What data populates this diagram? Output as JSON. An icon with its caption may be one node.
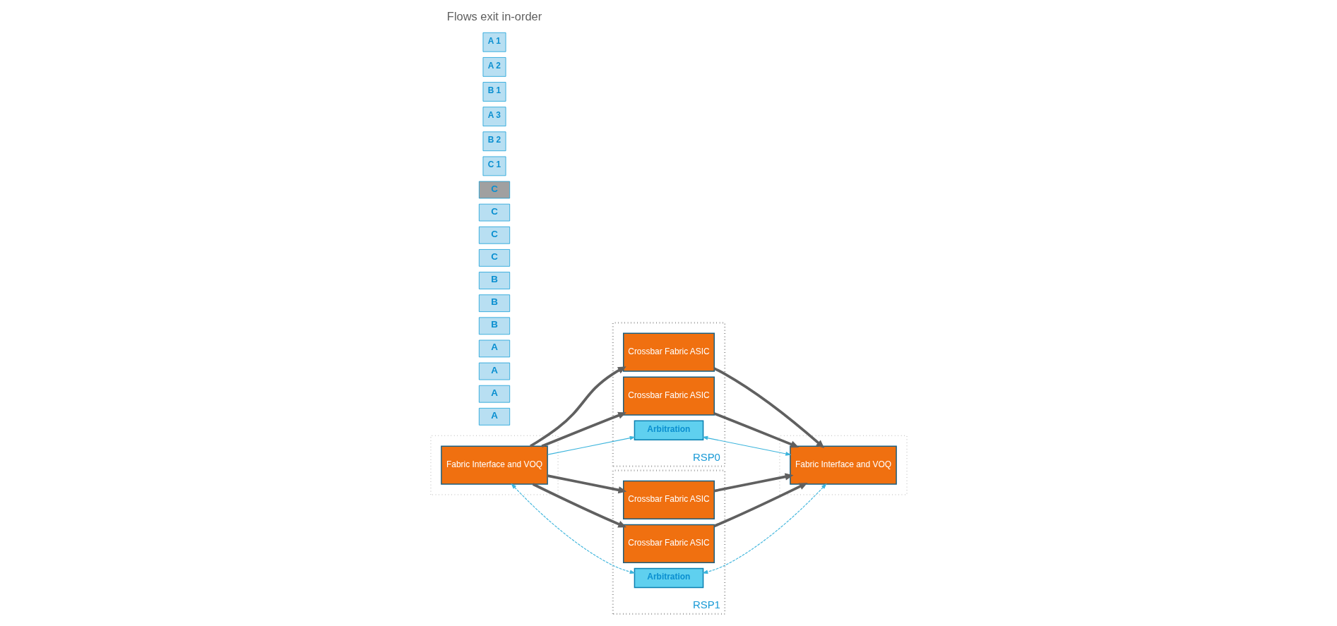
{
  "diagram": {
    "nodes": [
      {
        "text": [],
        "shape": "box"
      },
      {
        "text": [
          "Fabric Interface and VOQ"
        ],
        "in": 0
      },
      {
        "text": [
          "A"
        ]
      },
      {
        "text": [
          "A"
        ]
      },
      {
        "text": [
          "A"
        ]
      },
      {
        "text": [
          "A"
        ]
      },
      {
        "text": [
          "B"
        ]
      },
      {
        "text": [
          "B"
        ]
      },
      {
        "text": [
          "B"
        ]
      },
      {
        "text": [
          "C"
        ]
      },
      {
        "text": [
          "C"
        ]
      },
      {
        "text": [
          "C"
        ]
      },
      {
        "text": [
          "C"
        ]
      },
      {
        "text": [
          "RSP0"
        ]
      },
      {
        "text": [
          "Crossbar Fabric ASIC"
        ],
        "in": 13
      },
      {
        "text": [
          "Crossbar Fabric ASIC"
        ],
        "in": 13
      },
      {
        "text": [
          "Arbitration"
        ],
        "in": 13
      },
      {
        "text": [
          "RSP1"
        ]
      },
      {
        "text": [
          "Crossbar Fabric ASIC"
        ],
        "in": 17
      },
      {
        "text": [
          "Crossbar Fabric ASIC"
        ],
        "in": 17
      },
      {
        "text": [
          "Arbitration"
        ],
        "in": 17
      },
      {
        "text": [],
        "shape": "box"
      },
      {
        "text": [
          "Fabric Interface and VOQ"
        ],
        "in": 21
      },
      {
        "text": [
          "C 1"
        ]
      },
      {
        "text": [
          "B 2"
        ]
      },
      {
        "text": [
          "A 3"
        ]
      },
      {
        "text": [
          "B 1"
        ]
      },
      {
        "text": [
          "A 2"
        ]
      },
      {
        "text": [
          "A 1"
        ]
      }
    ],
    "edges": [
      {
        "from": 1,
        "to": 14,
        "arrow": "to"
      },
      {
        "from": 1,
        "to": 15,
        "arrow": "to"
      },
      {
        "from": 1,
        "to": 16,
        "arrow": "to",
        "color": "#3bb4dc"
      },
      {
        "from": 1,
        "to": 18,
        "arrow": "to"
      },
      {
        "from": 1,
        "to": 19,
        "arrow": "to"
      },
      {
        "from": 1,
        "to": 20,
        "arrow": "both",
        "style": "dashed",
        "color": "#3bb4dc"
      },
      {
        "from": 14,
        "to": 22,
        "arrow": "to"
      },
      {
        "from": 15,
        "to": 22,
        "arrow": "to"
      },
      {
        "from": 22,
        "to": 16,
        "arrow": "both",
        "color": "#3bb4dc"
      },
      {
        "from": 18,
        "to": 22,
        "arrow": "to"
      },
      {
        "from": 19,
        "to": 22,
        "arrow": "to"
      },
      {
        "from": 22,
        "to": 20,
        "arrow": "both",
        "style": "dashed",
        "color": "#3bb4dc"
      }
    ],
    "labels": [
      "Flows exit in-order"
    ]
  }
}
